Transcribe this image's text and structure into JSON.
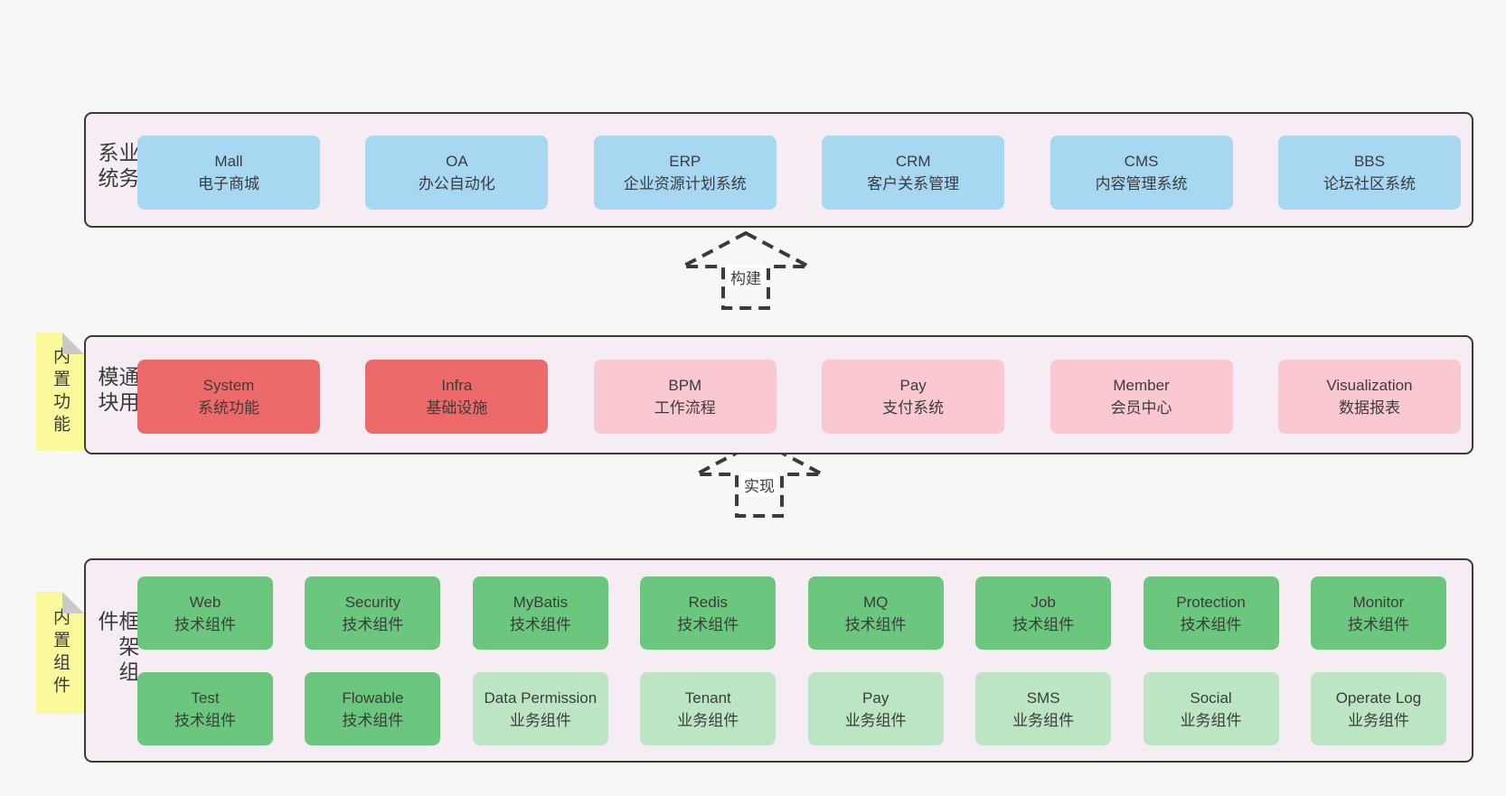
{
  "arrows": [
    {
      "label": "构建"
    },
    {
      "label": "实现"
    }
  ],
  "notes": [
    {
      "label": "内置功能"
    },
    {
      "label": "内置组件"
    }
  ],
  "colors": {
    "page_bg": "#f7f7f7",
    "band_bg": "#f6ecf4",
    "band_border": "#3a3a3a",
    "business_blue": "#a7d7f1",
    "core_red": "#ed6a6a",
    "module_pink": "#f9c8d0",
    "tech_green": "#6bc67e",
    "biz_light_green": "#bce5c4",
    "note_yellow": "#fafa9d",
    "note_fold_gray": "#c9c9c9",
    "text": "#3c3c3c"
  },
  "bands": [
    {
      "label": "业务系统",
      "rows": [
        [
          {
            "title": "Mall",
            "subtitle": "电子商城"
          },
          {
            "title": "OA",
            "subtitle": "办公自动化"
          },
          {
            "title": "ERP",
            "subtitle": "企业资源计划系统"
          },
          {
            "title": "CRM",
            "subtitle": "客户关系管理"
          },
          {
            "title": "CMS",
            "subtitle": "内容管理系统"
          },
          {
            "title": "BBS",
            "subtitle": "论坛社区系统"
          }
        ]
      ]
    },
    {
      "label": "通用模块",
      "note": "内置功能",
      "rows": [
        [
          {
            "title": "System",
            "subtitle": "系统功能"
          },
          {
            "title": "Infra",
            "subtitle": "基础设施"
          },
          {
            "title": "BPM",
            "subtitle": "工作流程"
          },
          {
            "title": "Pay",
            "subtitle": "支付系统"
          },
          {
            "title": "Member",
            "subtitle": "会员中心"
          },
          {
            "title": "Visualization",
            "subtitle": "数据报表"
          }
        ]
      ]
    },
    {
      "label": "框架组件",
      "note": "内置组件",
      "rows": [
        [
          {
            "title": "Web",
            "subtitle": "技术组件"
          },
          {
            "title": "Security",
            "subtitle": "技术组件"
          },
          {
            "title": "MyBatis",
            "subtitle": "技术组件"
          },
          {
            "title": "Redis",
            "subtitle": "技术组件"
          },
          {
            "title": "MQ",
            "subtitle": "技术组件"
          },
          {
            "title": "Job",
            "subtitle": "技术组件"
          },
          {
            "title": "Protection",
            "subtitle": "技术组件"
          },
          {
            "title": "Monitor",
            "subtitle": "技术组件"
          }
        ],
        [
          {
            "title": "Test",
            "subtitle": "技术组件"
          },
          {
            "title": "Flowable",
            "subtitle": "技术组件"
          },
          {
            "title": "Data Permission",
            "subtitle": "业务组件"
          },
          {
            "title": "Tenant",
            "subtitle": "业务组件"
          },
          {
            "title": "Pay",
            "subtitle": "业务组件"
          },
          {
            "title": "SMS",
            "subtitle": "业务组件"
          },
          {
            "title": "Social",
            "subtitle": "业务组件"
          },
          {
            "title": "Operate Log",
            "subtitle": "业务组件"
          }
        ]
      ]
    }
  ]
}
